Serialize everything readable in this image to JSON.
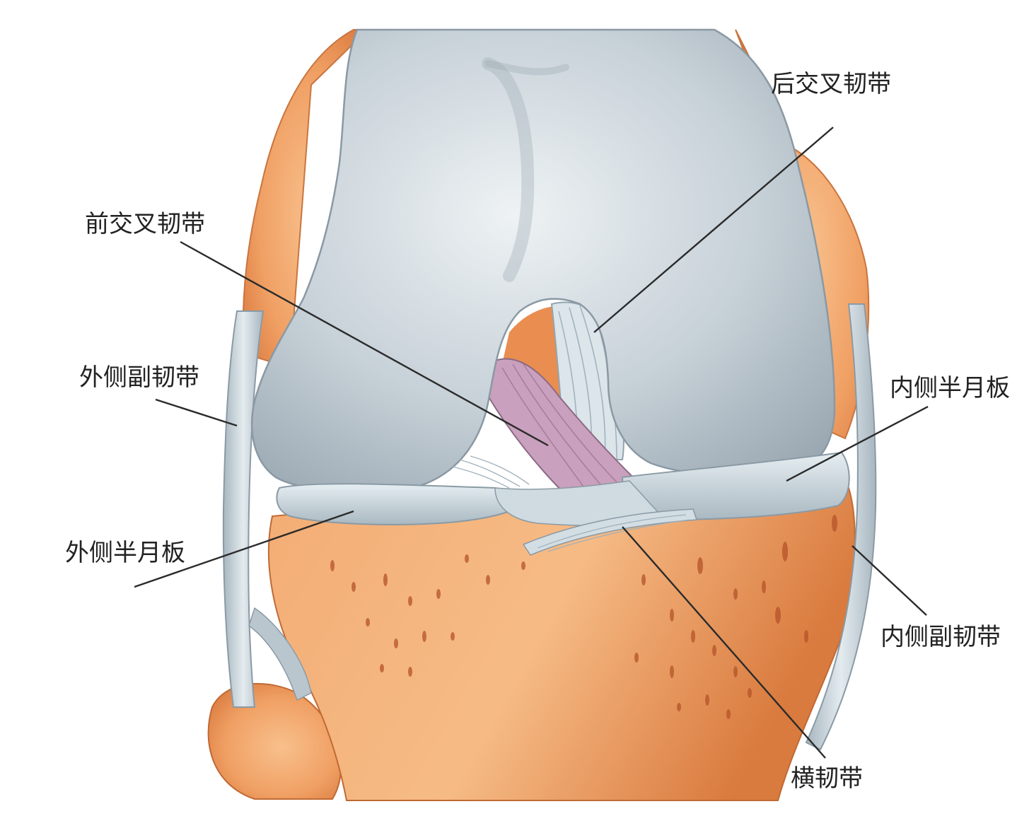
{
  "labels": {
    "pcl": "后交叉韧带",
    "acl": "前交叉韧带",
    "lcl": "外侧副韧带",
    "medial_meniscus": "内侧半月板",
    "lateral_meniscus": "外侧半月板",
    "mcl": "内侧副韧带",
    "transverse_ligament": "横韧带"
  },
  "colors": {
    "bone": "#f0a46a",
    "cartilage": "#c9d3da",
    "meniscus": "#d6e1e7",
    "acl": "#c49bb8",
    "leader": "#2b2b2b"
  }
}
